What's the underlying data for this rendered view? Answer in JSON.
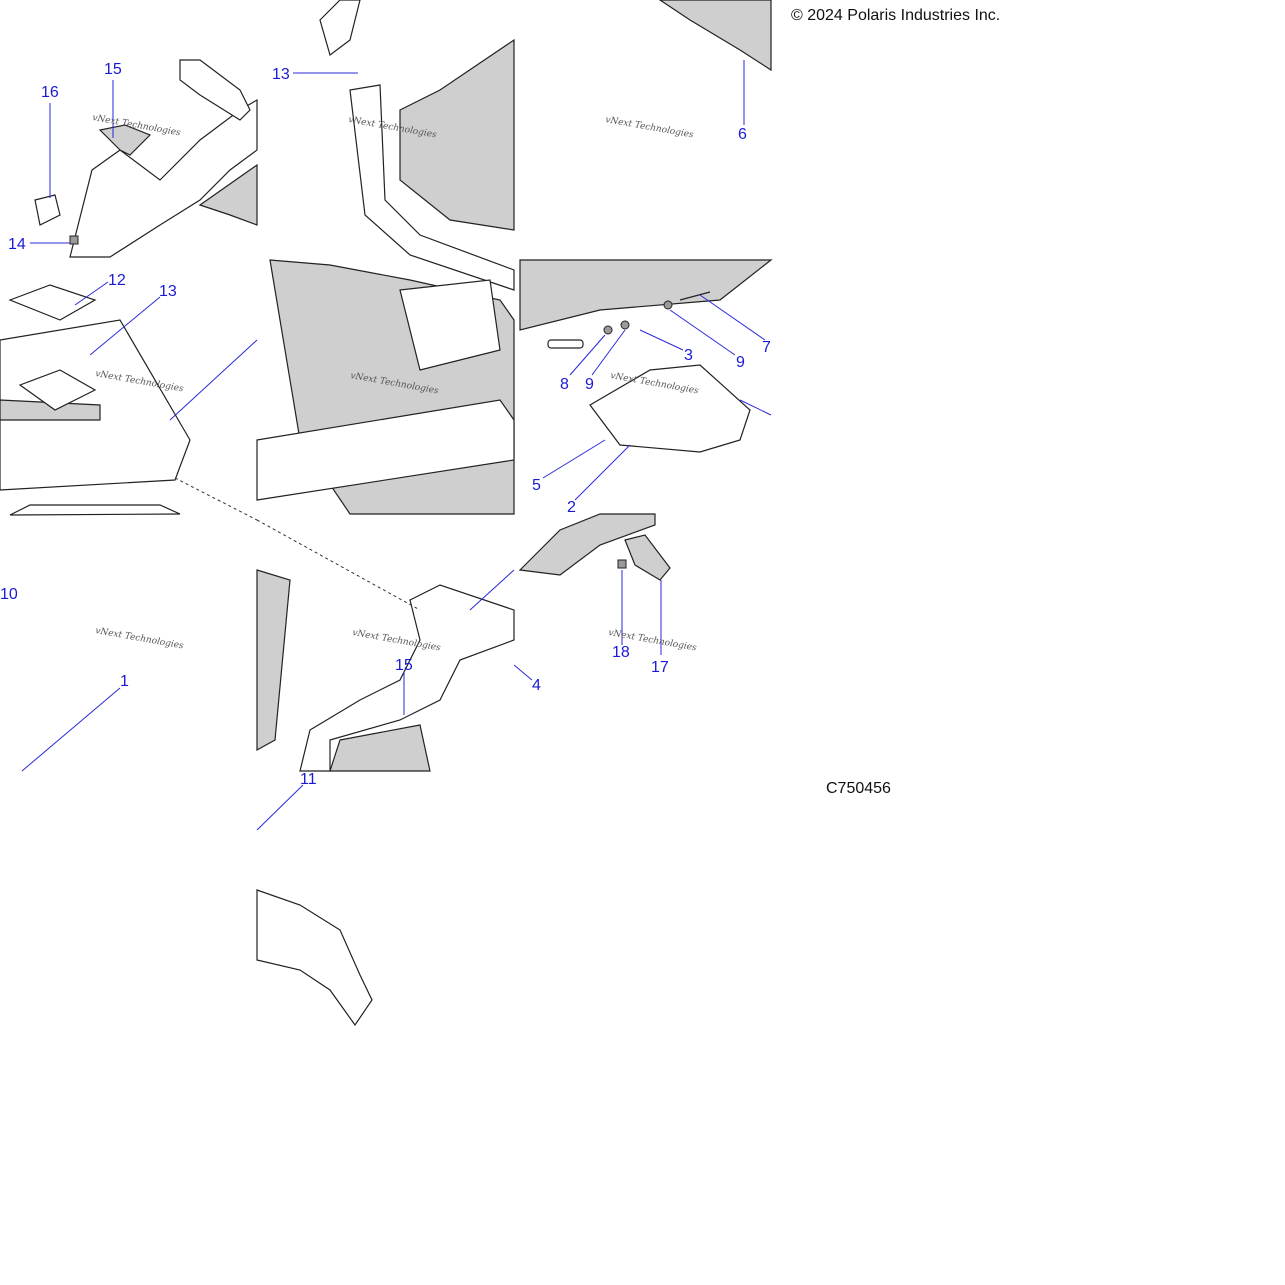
{
  "copyright": "© 2024 Polaris Industries Inc.",
  "figure_id": "C750456",
  "watermark": "vNext Technologies",
  "colors": {
    "callout": "#1a1ad6",
    "line": "#222222",
    "shade": "#cfcfcf"
  },
  "callouts": [
    "1",
    "2",
    "3",
    "4",
    "5",
    "6",
    "7",
    "8",
    "9",
    "9",
    "10",
    "11",
    "12",
    "13",
    "13",
    "14",
    "15",
    "15",
    "16",
    "17",
    "18"
  ]
}
